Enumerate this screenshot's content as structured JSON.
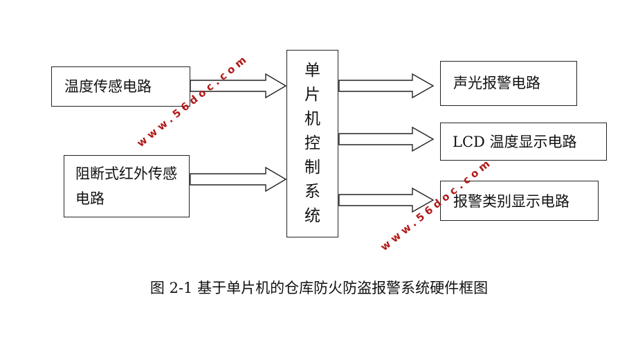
{
  "nodes": {
    "temp_sensor": "温度传感电路",
    "ir_sensor": "阻断式红外传感电路",
    "mcu": [
      "单",
      "片",
      "机",
      "控",
      "制",
      "系",
      "统"
    ],
    "sound_light_alarm": "声光报警电路",
    "lcd_display": "LCD 温度显示电路",
    "alarm_type_display": "报警类别显示电路"
  },
  "watermarks": [
    "www.56doc.com",
    "www.56doc.com"
  ],
  "caption": "图 2-1 基于单片机的仓库防火防盗报警系统硬件框图"
}
